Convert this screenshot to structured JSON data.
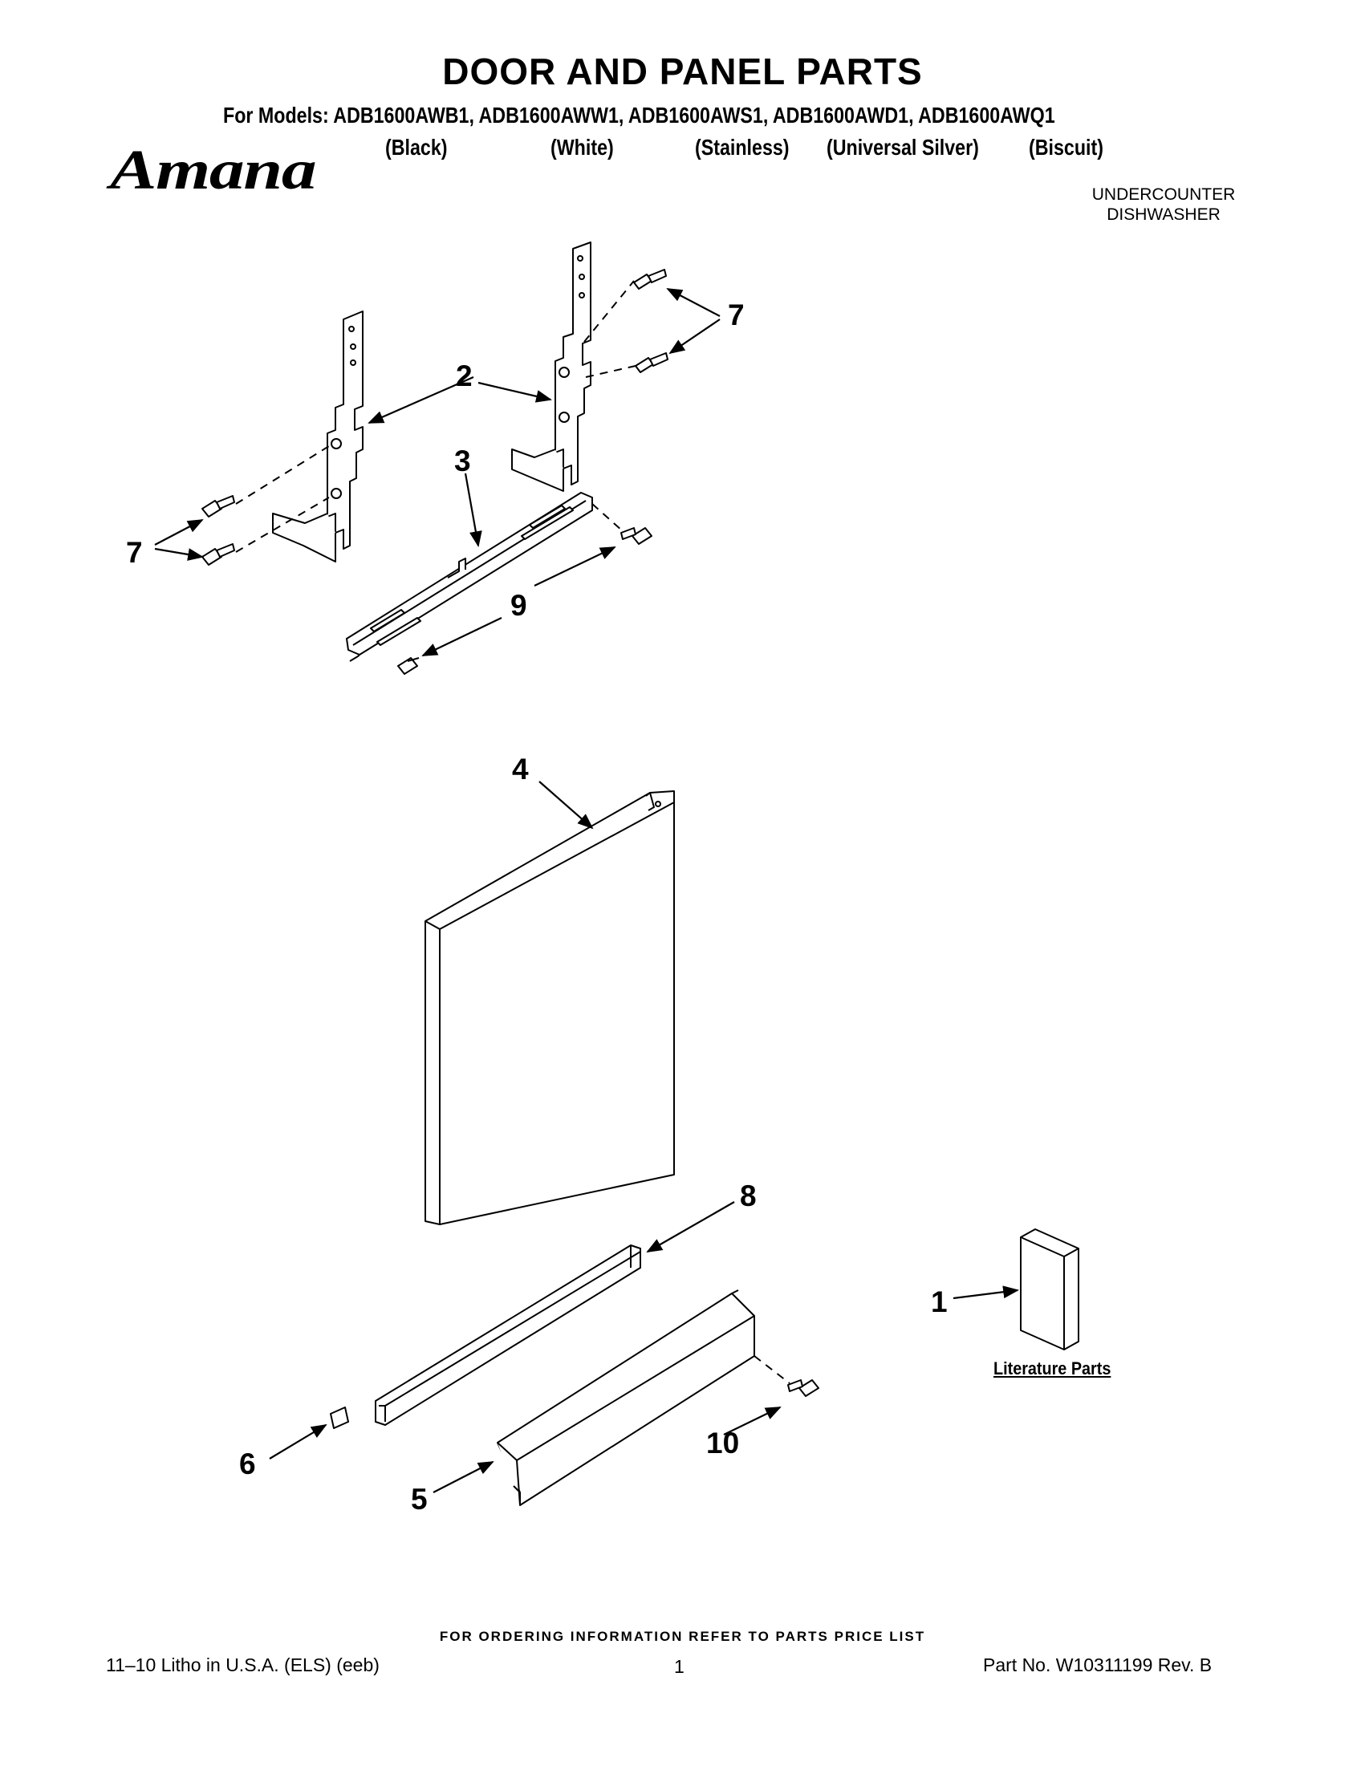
{
  "header": {
    "title": "DOOR AND PANEL PARTS",
    "models_line": "For Models: ADB1600AWB1, ADB1600AWW1, ADB1600AWS1, ADB1600AWD1, ADB1600AWQ1",
    "colors": [
      "(Black)",
      "(White)",
      "(Stainless)",
      "(Universal Silver)",
      "(Biscuit)"
    ],
    "brand_logo": "Amana",
    "product_line1": "UNDERCOUNTER",
    "product_line2": "DISHWASHER"
  },
  "diagram": {
    "callouts": [
      "1",
      "2",
      "3",
      "4",
      "5",
      "6",
      "7",
      "7",
      "8",
      "9",
      "10"
    ],
    "literature_label": "Literature Parts"
  },
  "footer": {
    "order_note": "FOR ORDERING INFORMATION REFER TO PARTS PRICE LIST",
    "left": "11–10 Litho in U.S.A. (ELS) (eeb)",
    "page": "1",
    "right": "Part No. W10311199 Rev. B"
  }
}
